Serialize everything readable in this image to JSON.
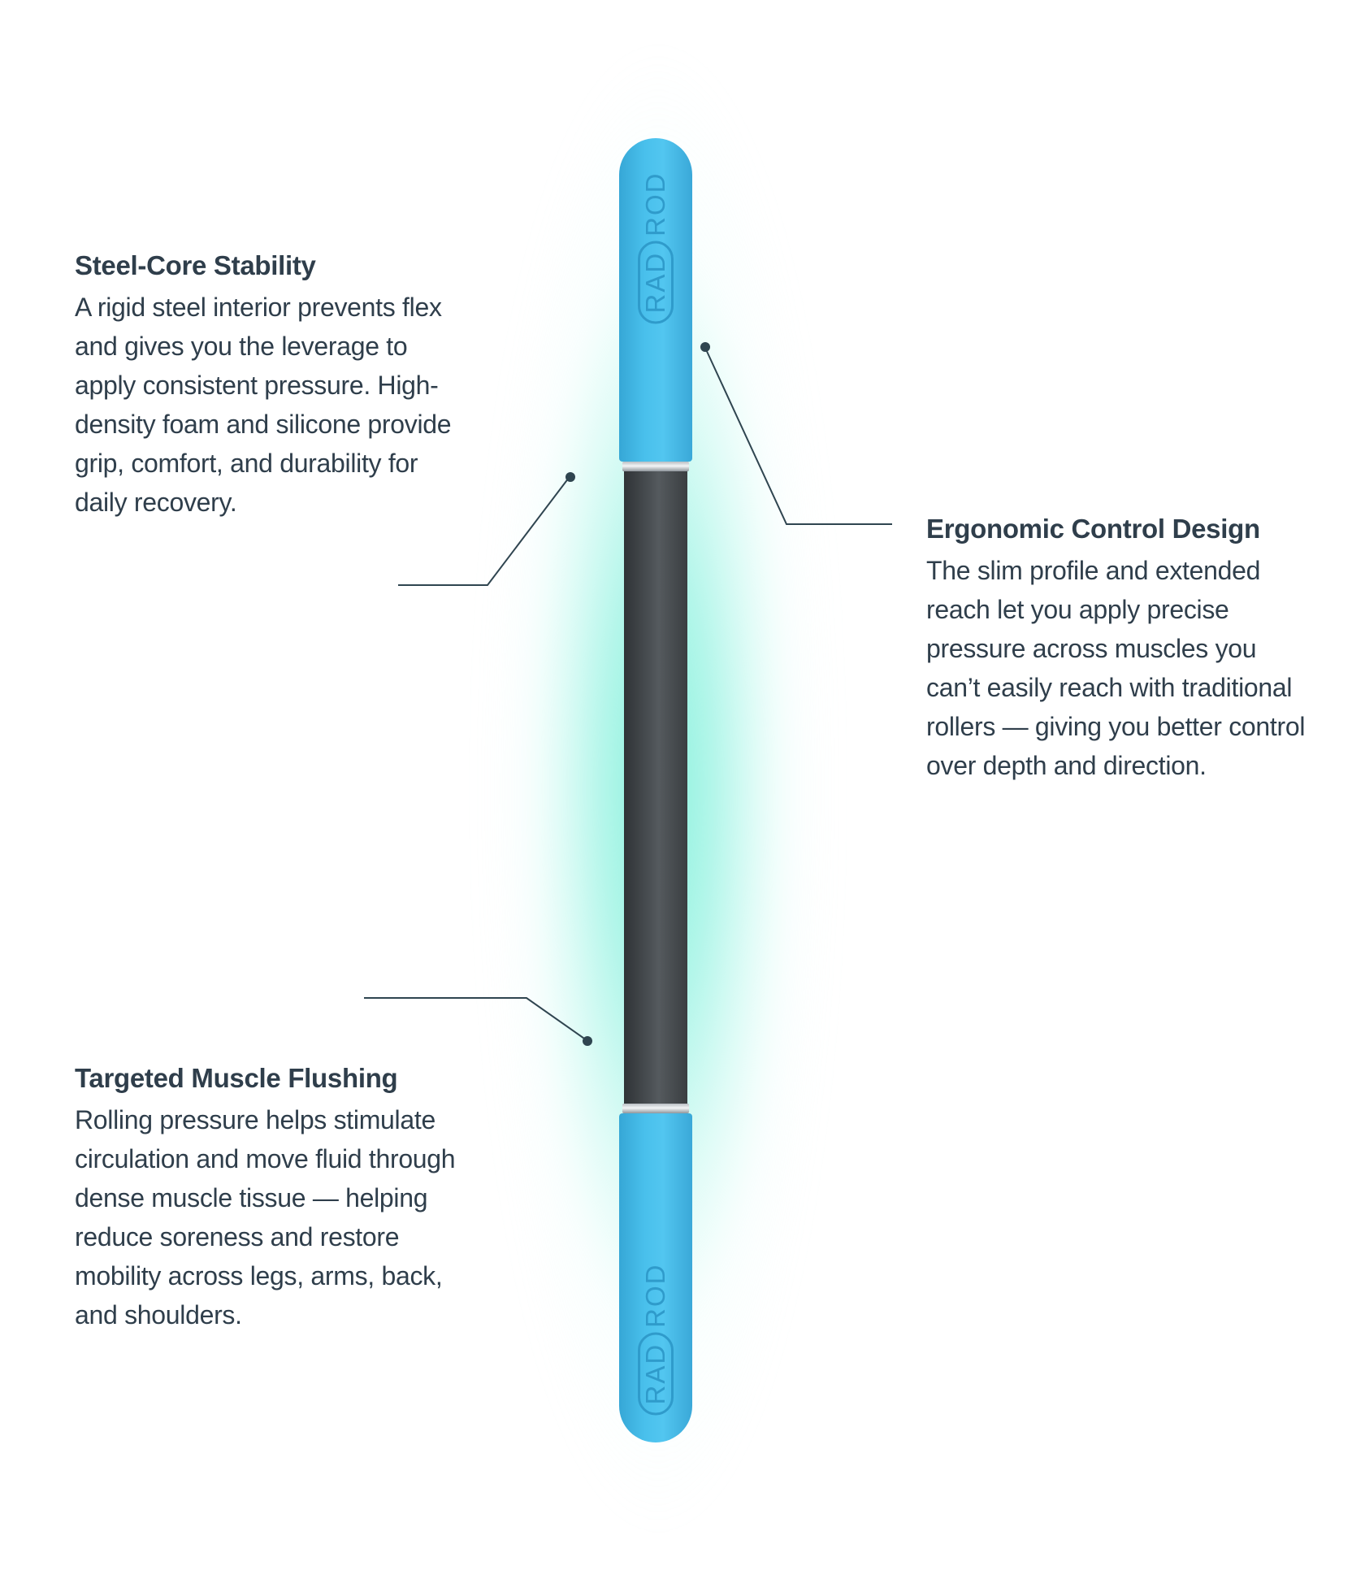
{
  "product": {
    "logo_word_1": "RAD",
    "logo_word_2": "ROD"
  },
  "callouts": [
    {
      "title": "Steel-Core Stability",
      "body": "A rigid steel interior prevents flex and gives you the leverage to apply consistent pressure. High-density foam and silicone provide grip, comfort, and durability for daily recovery."
    },
    {
      "title": "Ergonomic Control Design",
      "body": "The slim profile and extended reach let you apply precise pressure across muscles you can’t easily reach with traditional rollers — giving you better control over depth and direction."
    },
    {
      "title": "Targeted Muscle Flushing",
      "body": "Rolling pressure helps stimulate circulation and move fluid through dense muscle tissue — helping reduce soreness and restore mobility across legs, arms, back, and shoulders."
    }
  ],
  "colors": {
    "text": "#2f3e4b",
    "cap_blue": "#49c0ec",
    "shaft": "#4a4f53",
    "glow": "#7ff0d8"
  }
}
